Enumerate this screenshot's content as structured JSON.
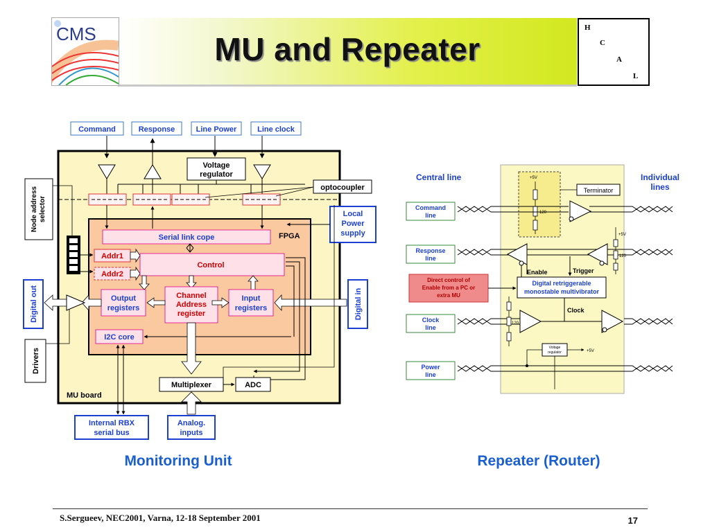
{
  "slide": {
    "title": "MU and Repeater",
    "logo_text": "CMS",
    "hcal": [
      "H",
      "C",
      "A",
      "L"
    ],
    "footer": "S.Sergueev, NEC2001, Varna, 12-18 September 2001",
    "page_number": "17"
  },
  "monitoring_unit": {
    "caption": "Monitoring Unit",
    "top_inputs": {
      "command": "Command",
      "response": "Response",
      "line_power": "Line Power",
      "line_clock": "Line clock"
    },
    "voltage_regulator": [
      "Voltage",
      "regulator"
    ],
    "optocoupler": "optocoupler",
    "node_address_selector": [
      "Node address",
      "selector"
    ],
    "local_power_supply": [
      "Local",
      "Power",
      "supply"
    ],
    "fpga": "FPGA",
    "serial_link": "Serial link cope",
    "addr1": "Addr1",
    "addr2": "Addr2",
    "control": "Control",
    "output_registers": [
      "Output",
      "registers"
    ],
    "channel_address_register": [
      "Channel",
      "Address",
      "register"
    ],
    "input_registers": [
      "Input",
      "registers"
    ],
    "digital_out": "Digital out",
    "digital_in": "Digital in",
    "i2c_core": "I2C core",
    "drivers": "Drivers",
    "multiplexer": "Multiplexer",
    "adc": "ADC",
    "mu_board": "MU board",
    "internal_rbx": [
      "Internal RBX",
      "serial bus"
    ],
    "analog_inputs": [
      "Analog.",
      "inputs"
    ]
  },
  "repeater": {
    "caption": "Repeater (Router)",
    "central_line": "Central line",
    "individual_lines": [
      "Individual",
      "lines"
    ],
    "terminator": "Terminator",
    "command_line": [
      "Command",
      "line"
    ],
    "response_line": [
      "Response",
      "line"
    ],
    "direct_control": [
      "Direct control of",
      "Enable from a PC or",
      "extra MU"
    ],
    "clock_line": [
      "Clock",
      "line"
    ],
    "power_line": [
      "Power",
      "line"
    ],
    "enable": "Enable",
    "trigger": "Trigger",
    "multivibrator": [
      "Digital retriggerable",
      "monostable multivibrator"
    ],
    "clock": "Clock",
    "voltage_regulator": [
      "Voltage",
      "regulator"
    ],
    "plus5v": "+5V",
    "r120": "120"
  },
  "colors": {
    "banner_yellow": "#d2e81f",
    "board_fill": "#fdf6c4",
    "fpga_fill": "#fbc9a0",
    "pink_fill": "#fde0e8",
    "label_blue": "#1a3fd1",
    "caption_blue": "#1a5fd1",
    "red_text": "#d10000"
  }
}
